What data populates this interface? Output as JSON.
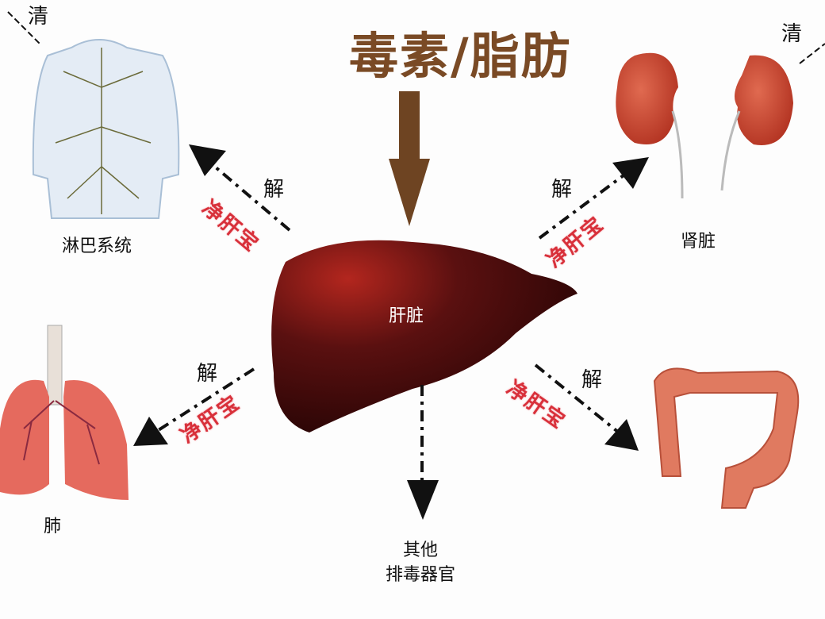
{
  "title": "毒素/脂肪",
  "center": "肝脏",
  "organs": {
    "lymph": "淋巴系统",
    "kidney": "肾脏",
    "lung": "肺",
    "other_line1": "其他",
    "other_line2": "排毒器官"
  },
  "clear_label": "清",
  "detox_label": "解",
  "product": "净肝宝",
  "colors": {
    "title": "#7a4a25",
    "liver": "#4a0d0d",
    "stamp": "#d8303a"
  }
}
